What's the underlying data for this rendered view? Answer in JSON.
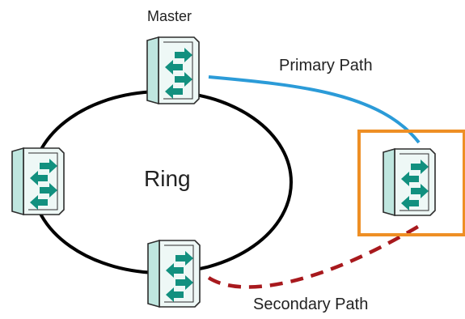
{
  "labels": {
    "master": "Master",
    "primary_path": "Primary Path",
    "ring": "Ring",
    "secondary_path": "Secondary Path"
  },
  "nodes": [
    {
      "id": "master-switch",
      "role": "master",
      "icon": "network-switch-icon"
    },
    {
      "id": "left-switch",
      "role": "ring-member",
      "icon": "network-switch-icon"
    },
    {
      "id": "bottom-switch",
      "role": "ring-member",
      "icon": "network-switch-icon"
    },
    {
      "id": "external-switch",
      "role": "external",
      "icon": "network-switch-icon",
      "highlighted": true
    }
  ],
  "links": [
    {
      "id": "primary-path-link",
      "from": "master-switch",
      "to": "external-switch",
      "style": "solid"
    },
    {
      "id": "secondary-path-link",
      "from": "bottom-switch",
      "to": "external-switch",
      "style": "dashed"
    }
  ],
  "colors": {
    "switch_body": "#eef8f6",
    "switch_side": "#bfe6df",
    "switch_outline": "#2d2d2d",
    "arrow": "#12907f",
    "ring": "#000000",
    "primary_path": "#2b9bd8",
    "secondary_path": "#a8191d",
    "highlight_box": "#ee8f25"
  }
}
